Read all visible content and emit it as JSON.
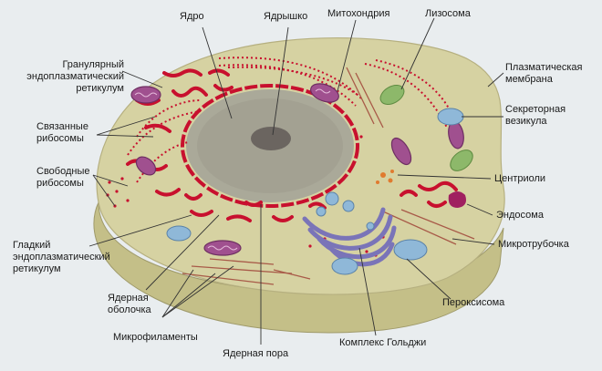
{
  "labels": {
    "nucleus": "Ядро",
    "nucleolus": "Ядрышко",
    "mitochondrion": "Митохондрия",
    "lysosome": "Лизосома",
    "rough_er": "Гранулярный\nэндоплазматический\nретикулум",
    "plasma_membrane": "Плазматическая\nмембрана",
    "bound_ribosomes": "Связанные\nрибосомы",
    "secretory_vesicle": "Секреторная\nвезикула",
    "free_ribosomes": "Свободные\nрибосомы",
    "centrioles": "Центриоли",
    "endosome": "Эндосома",
    "smooth_er": "Гладкий\nэндоплазматический\nретикулум",
    "microtubule": "Микротрубочка",
    "nuclear_envelope": "Ядерная\nоболочка",
    "peroxisome": "Пероксисома",
    "microfilaments": "Микрофиламенты",
    "golgi": "Комплекс Гольджи",
    "nuclear_pore": "Ядерная пора"
  },
  "colors": {
    "background": "#e9edef",
    "cytoplasm": "#d6d2a2",
    "cell_side": "#c4bf88",
    "nucleus": "#aaa999",
    "nucleolus": "#6b6560",
    "er": "#c8102e",
    "golgi": "#7a74b8",
    "mitochondrion": "#a0508f",
    "lysosome": "#8db86a",
    "vesicle": "#8fb8d8",
    "leader_line": "#333333"
  }
}
